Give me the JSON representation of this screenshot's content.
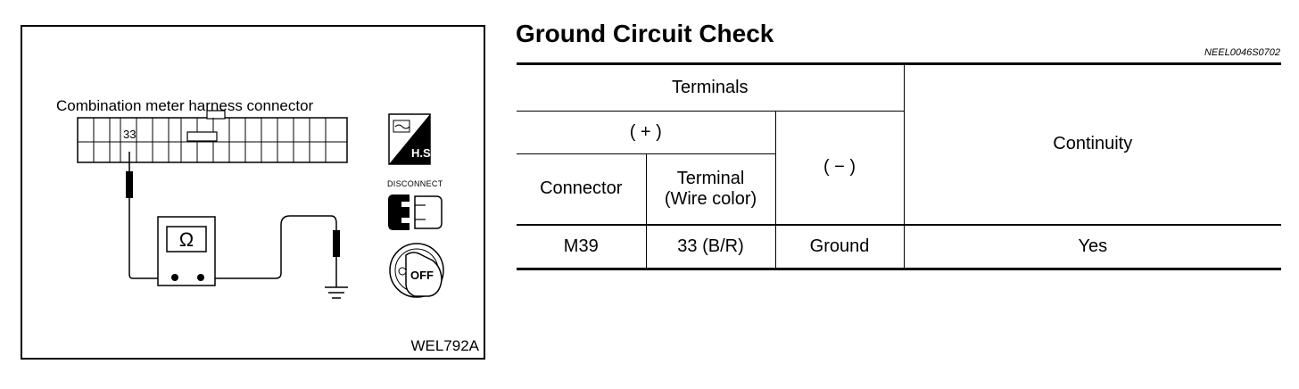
{
  "figure": {
    "connector_label": "Combination meter harness connector",
    "pin_number": "33",
    "meter_symbol": "Ω",
    "hs_label": "H.S.",
    "disconnect_label": "DISCONNECT",
    "off_label": "OFF",
    "figure_code": "WEL792A"
  },
  "section": {
    "title": "Ground Circuit Check",
    "ref_code": "NEEL0046S0702"
  },
  "table": {
    "header_terminals": "Terminals",
    "header_plus": "( + )",
    "header_minus": "( − )",
    "header_continuity": "Continuity",
    "header_connector": "Connector",
    "header_terminal_line1": "Terminal",
    "header_terminal_line2": "(Wire color)",
    "rows": [
      {
        "connector": "M39",
        "terminal": "33 (B/R)",
        "minus": "Ground",
        "continuity": "Yes"
      }
    ]
  }
}
